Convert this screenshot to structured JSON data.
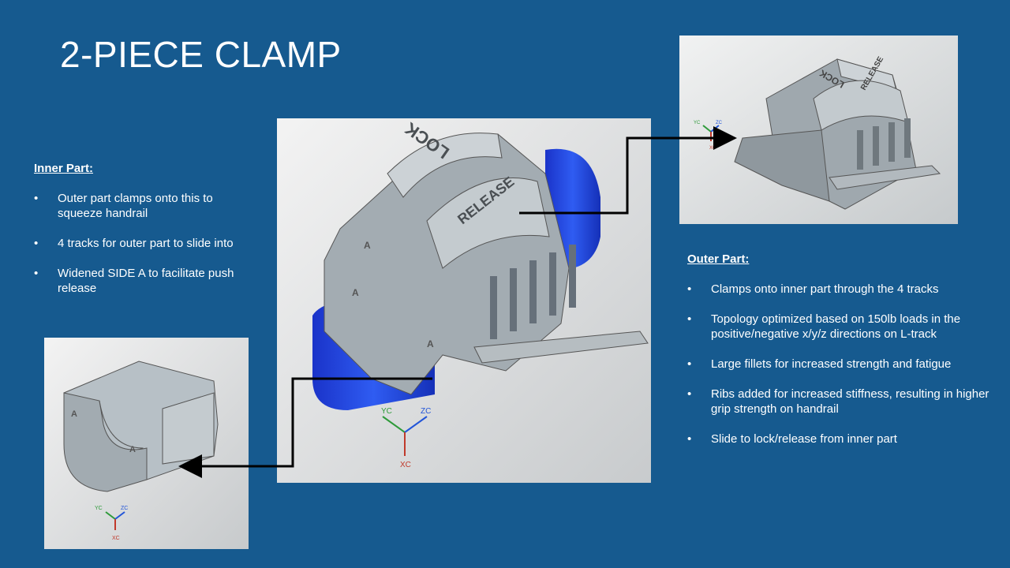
{
  "title": "2-PIECE CLAMP",
  "inner": {
    "heading": "Inner Part:",
    "bullets": [
      "Outer part clamps onto this to squeeze handrail",
      "4 tracks for outer part to slide into",
      "Widened SIDE A to facilitate push release"
    ]
  },
  "outer": {
    "heading": "Outer Part:",
    "bullets": [
      "Clamps onto inner part through the 4 tracks",
      "Topology optimized based on 150lb loads in the positive/negative x/y/z directions on L-track",
      "Large fillets for increased strength and fatigue",
      "Ribs added for increased stiffness, resulting in higher grip strength on handrail",
      "Slide to lock/release from inner part"
    ]
  },
  "model_labels": {
    "lock": "LOCK",
    "release": "RELEASE",
    "side_a": "A"
  },
  "axes": {
    "yc": "YC",
    "zc": "ZC",
    "xc": "XC"
  },
  "colors": {
    "background": "#165a8f",
    "rail": "#1a3fe0",
    "part": "#b9c2c9",
    "axis_y": "#2e9a3a",
    "axis_z": "#2255d8",
    "axis_x": "#c0392b"
  }
}
